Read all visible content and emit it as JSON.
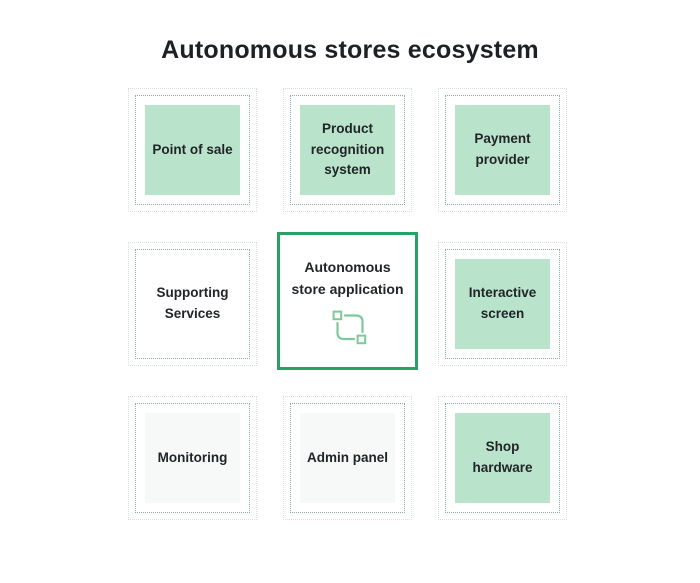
{
  "title": "Autonomous stores ecosystem",
  "colors": {
    "green_fill": "#b9e4cb",
    "gray_fill": "#f7f8f8",
    "accent_border": "#28a164",
    "icon_green": "#7ec99b",
    "inner_dotted_border": "#89aba1",
    "outer_dotted_border": "#d7dfdd",
    "text": "#212529"
  },
  "cells": [
    {
      "id": "point-of-sale",
      "label": "Point of sale",
      "variant": "green"
    },
    {
      "id": "product-recognition-system",
      "label": "Product recognition system",
      "variant": "green"
    },
    {
      "id": "payment-provider",
      "label": "Payment provider",
      "variant": "green"
    },
    {
      "id": "supporting-services",
      "label": "Supporting Services",
      "variant": "white"
    },
    {
      "id": "autonomous-store-application",
      "label": "Autonomous store application",
      "variant": "center",
      "icon": "transform-icon"
    },
    {
      "id": "interactive-screen",
      "label": "Interactive screen",
      "variant": "green"
    },
    {
      "id": "monitoring",
      "label": "Monitoring",
      "variant": "gray"
    },
    {
      "id": "admin-panel",
      "label": "Admin panel",
      "variant": "gray"
    },
    {
      "id": "shop-hardware",
      "label": "Shop hardware",
      "variant": "green"
    }
  ]
}
